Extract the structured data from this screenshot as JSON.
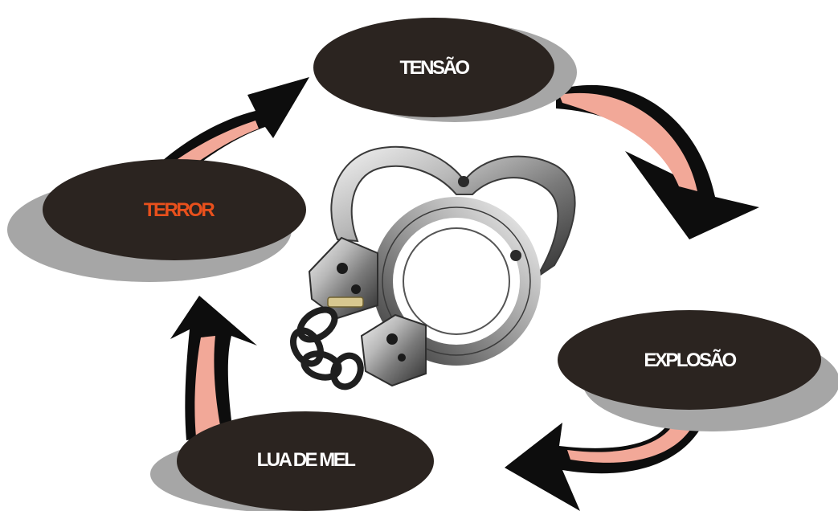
{
  "diagram": {
    "nodes": [
      {
        "id": "tensao",
        "label": "TENSÃO",
        "color": "#ffffff"
      },
      {
        "id": "explosao",
        "label": "EXPLOSÃO",
        "color": "#ffffff"
      },
      {
        "id": "lua-de-mel",
        "label": "LUA DE MEL",
        "color": "#ffffff"
      },
      {
        "id": "terror",
        "label": "TERROR",
        "color": "#e8501c"
      }
    ],
    "cycle_order": [
      "tensao",
      "explosao",
      "lua-de-mel",
      "terror"
    ],
    "colors": {
      "ellipse_fill": "#2b2420",
      "ellipse_shadow": "#a6a6a6",
      "arrow_fill": "#f2a898",
      "arrow_outline": "#0d0d0d"
    },
    "center_image": "heart-shaped-handcuffs-icon"
  }
}
